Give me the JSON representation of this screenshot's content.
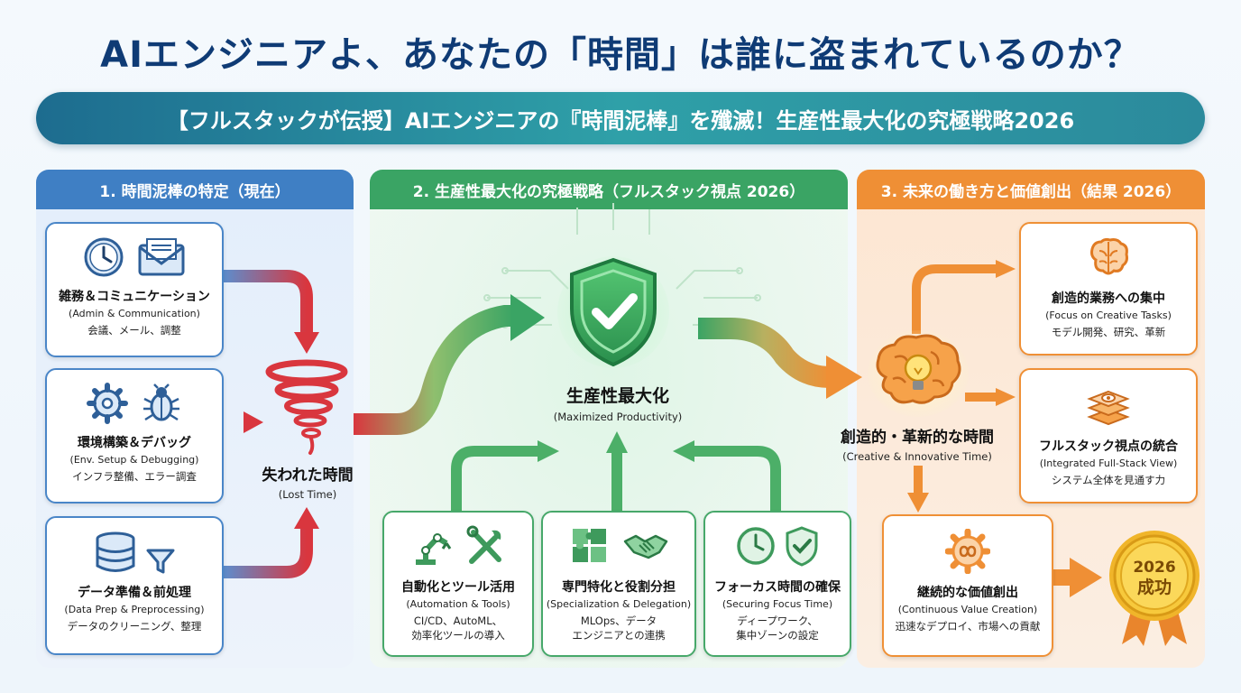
{
  "title": "AIエンジニアよ、あなたの「時間」は誰に盗まれているのか？",
  "subtitle": "【フルスタックが伝授】AIエンジニアの『時間泥棒』を殲滅！生産性最大化の究極戦略2026",
  "colors": {
    "title": "#0f3b75",
    "blue": "#3f7fc4",
    "green": "#3aa464",
    "orange": "#ef8f35",
    "red": "#d9363e"
  },
  "sections": {
    "current": {
      "header": "1. 時間泥棒の特定（現在）",
      "cards": [
        {
          "title": "雑務＆コミュニケーション",
          "en": "(Admin & Communication)",
          "desc": "会議、メール、調整",
          "icons": [
            "clock-icon",
            "envelope-icon"
          ]
        },
        {
          "title": "環境構築＆デバッグ",
          "en": "(Env. Setup & Debugging)",
          "desc": "インフラ整備、エラー調査",
          "icons": [
            "gear-icon",
            "bug-icon"
          ]
        },
        {
          "title": "データ準備＆前処理",
          "en": "(Data Prep & Preprocessing)",
          "desc": "データのクリーニング、整理",
          "icons": [
            "database-icon",
            "funnel-icon"
          ]
        }
      ],
      "hub": {
        "title": "失われた時間",
        "en": "(Lost Time)",
        "icon": "tornado-icon"
      }
    },
    "strategy": {
      "header": "2. 生産性最大化の究極戦略（フルスタック視点 2026）",
      "hub": {
        "title": "生産性最大化",
        "en": "(Maximized Productivity)",
        "icon": "shield-check-icon"
      },
      "cards": [
        {
          "title": "自動化とツール活用",
          "en": "(Automation & Tools)",
          "desc1": "CI/CD、AutoML、",
          "desc2": "効率化ツールの導入",
          "icons": [
            "robot-arm-icon",
            "tools-icon"
          ]
        },
        {
          "title": "専門特化と役割分担",
          "en": "(Specialization & Delegation)",
          "desc1": "MLOps、データ",
          "desc2": "エンジニアとの連携",
          "icons": [
            "puzzle-icon",
            "handshake-icon"
          ]
        },
        {
          "title": "フォーカス時間の確保",
          "en": "(Securing Focus Time)",
          "desc1": "ディープワーク、",
          "desc2": "集中ゾーンの設定",
          "icons": [
            "clock-icon",
            "shield-check-icon"
          ]
        }
      ]
    },
    "future": {
      "header": "3. 未来の働き方と価値創出（結果 2026）",
      "hub": {
        "title": "創造的・革新的な時間",
        "en": "(Creative & Innovative Time)",
        "icon": "brain-bulb-icon"
      },
      "cards": [
        {
          "title": "創造的業務への集中",
          "en": "(Focus on Creative Tasks)",
          "desc": "モデル開発、研究、革新",
          "icon": "brain-icon"
        },
        {
          "title": "フルスタック視点の統合",
          "en": "(Integrated Full-Stack View)",
          "desc": "システム全体を見通す力",
          "icon": "layers-icon"
        },
        {
          "title": "継続的な価値創出",
          "en": "(Continuous Value Creation)",
          "desc": "迅速なデプロイ、市場への貢献",
          "icon": "infinity-gear-icon"
        }
      ],
      "medal": {
        "year": "2026",
        "label": "成功"
      }
    }
  }
}
